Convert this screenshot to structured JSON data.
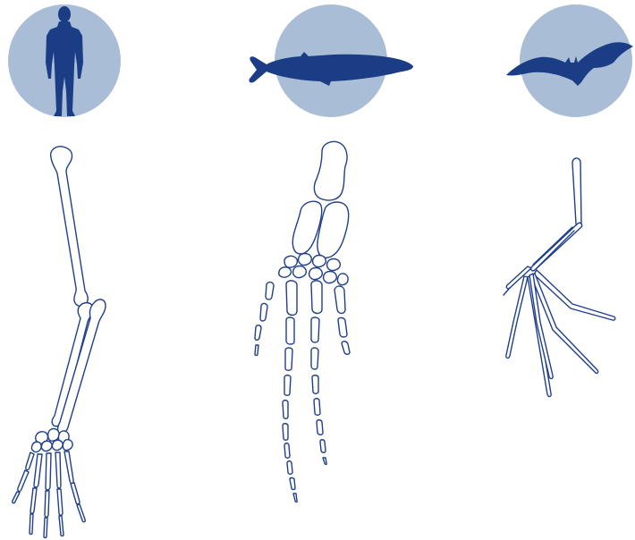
{
  "colors": {
    "background": "#ffffff",
    "circle": "#a9bdd6",
    "silhouette": "#1b3d86",
    "bone_outline": "#1f3f8c"
  },
  "panels": [
    {
      "organism": "human",
      "icon": "human-silhouette-icon",
      "limb": "arm"
    },
    {
      "organism": "whale",
      "icon": "whale-silhouette-icon",
      "limb": "flipper"
    },
    {
      "organism": "bat",
      "icon": "bat-silhouette-icon",
      "limb": "wing"
    }
  ]
}
